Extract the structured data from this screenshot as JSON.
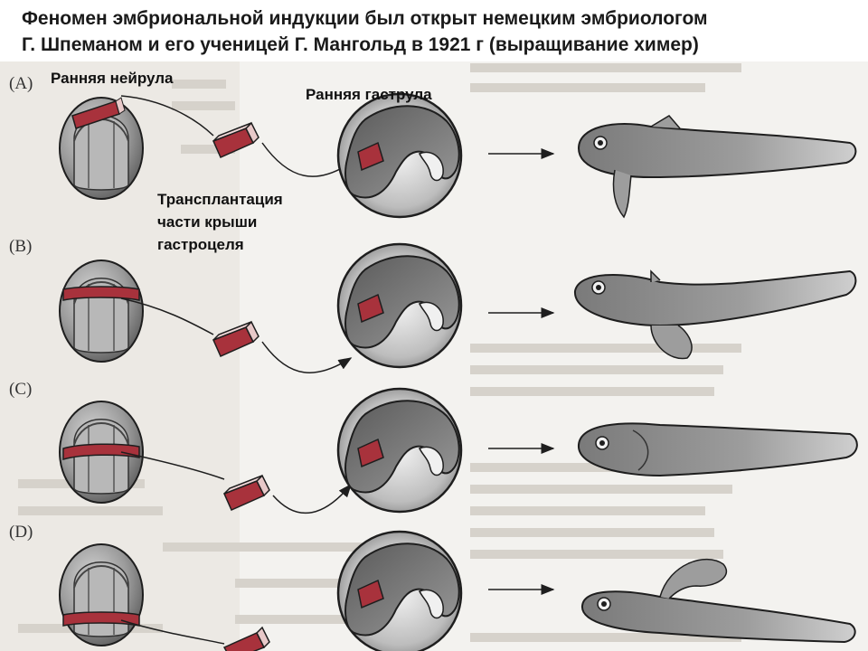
{
  "title": {
    "line1": "Феномен эмбриональной индукции был открыт немецким эмбриологом",
    "line2": "Г. Шпеманом и его ученицей Г. Мангольд в 1921 г (выращивание химер)"
  },
  "labels": {
    "early_neurula": "Ранняя нейрула",
    "early_gastrula": "Ранняя гаструла",
    "transplant_line1": "Трансплантация",
    "transplant_line2": "части крыши",
    "transplant_line3": "гастроцеля"
  },
  "rows": [
    {
      "label": "(A)"
    },
    {
      "label": "(B)"
    },
    {
      "label": "(C)"
    },
    {
      "label": "(D)"
    }
  ],
  "colors": {
    "graft_red": "#a8323c",
    "embryo_gray": "#8f8f8f",
    "outline": "#1e1e1e"
  }
}
